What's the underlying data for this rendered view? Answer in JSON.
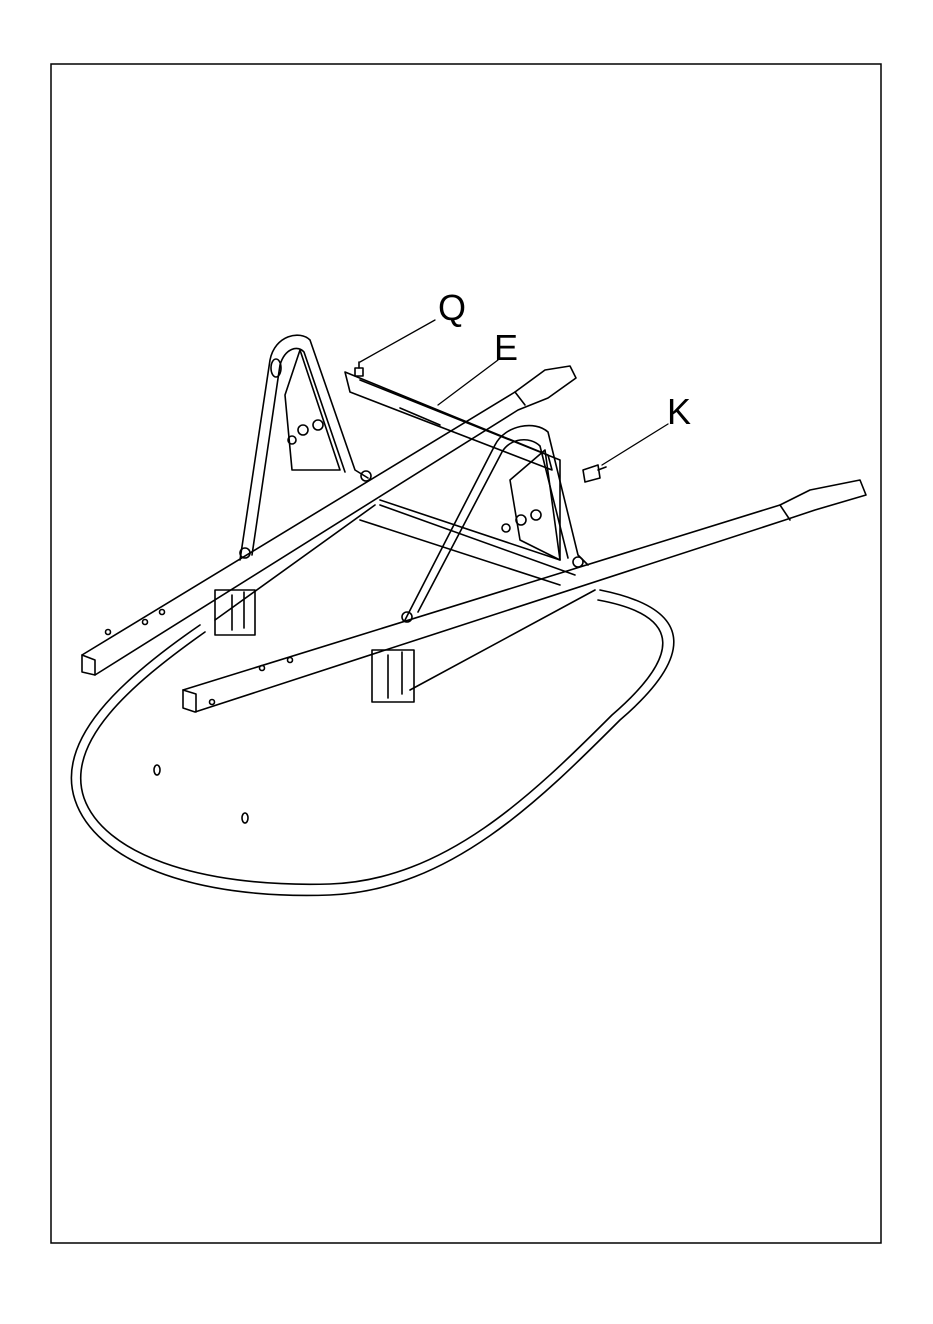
{
  "diagram": {
    "parts": [
      {
        "id": "Q",
        "label": "Q"
      },
      {
        "id": "E",
        "label": "E"
      },
      {
        "id": "K",
        "label": "K"
      }
    ]
  },
  "colors": {
    "line": "#000000",
    "fill": "#ffffff"
  }
}
